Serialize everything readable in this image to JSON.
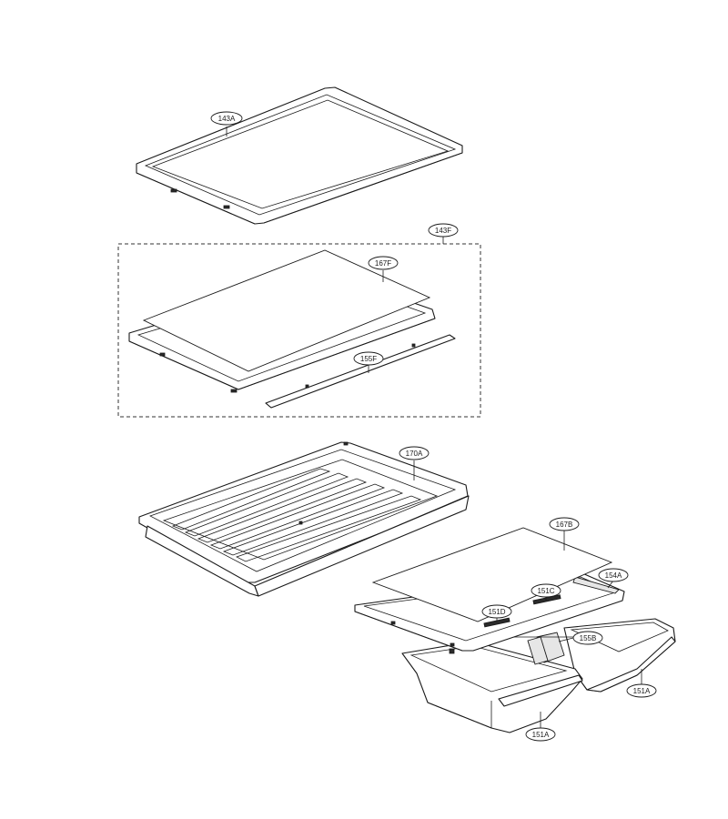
{
  "callouts": {
    "c143A": "143A",
    "c143F": "143F",
    "c167F": "167F",
    "c155F": "155F",
    "c170A": "170A",
    "c167B": "167B",
    "c154A": "154A",
    "c151C": "151C",
    "c151D": "151D",
    "c155B": "155B",
    "c151A_right": "151A",
    "c151A_left": "151A"
  },
  "colors": {
    "line": "#1a1a1a",
    "background": "#ffffff"
  }
}
